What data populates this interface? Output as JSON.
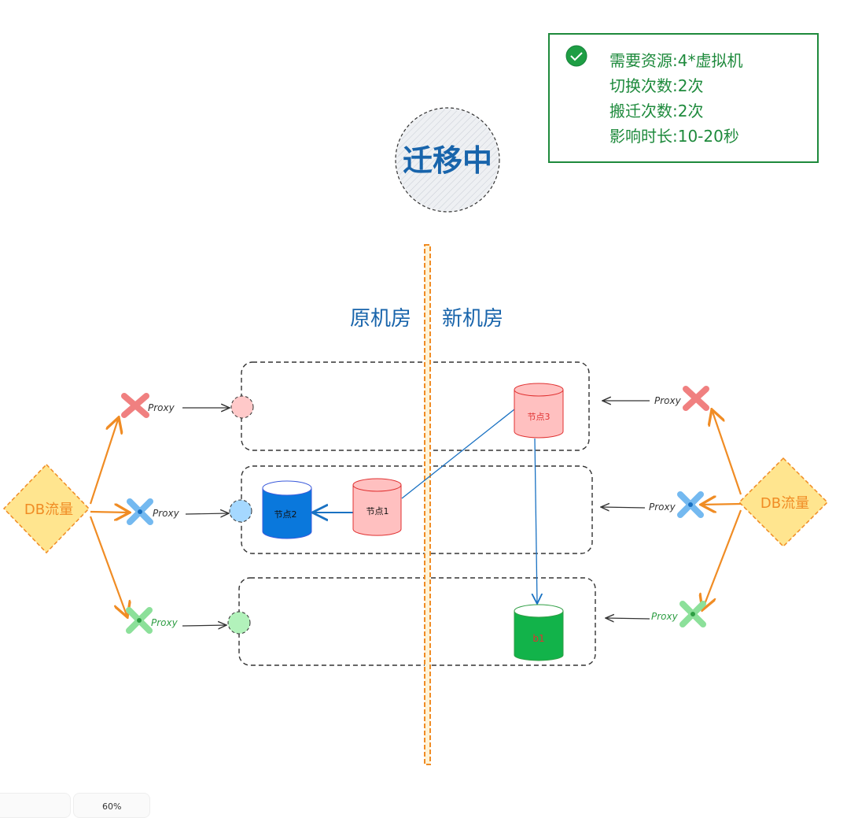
{
  "status_circle": {
    "label": "迁移中"
  },
  "info_box": {
    "icon": "check-circle-icon",
    "lines": [
      "需要资源:4*虚拟机",
      "切换次数:2次",
      "搬迁次数:2次",
      "影响时长:10-20秒"
    ],
    "color": "#1e8a3c"
  },
  "rooms": {
    "old": "原机房",
    "new": "新机房"
  },
  "sources": {
    "left": "DB流量",
    "right": "DB流量"
  },
  "proxy_label": "Proxy",
  "nodes": {
    "node1": "节点1",
    "node2": "节点2",
    "node3": "节点3",
    "b1": "b1"
  },
  "zoom": {
    "level": "60%"
  },
  "colors": {
    "orange": "#f08c24",
    "blue": "#1971c2",
    "red": "#e03131",
    "green": "#2f9e44",
    "text_blue": "#1864ab"
  }
}
